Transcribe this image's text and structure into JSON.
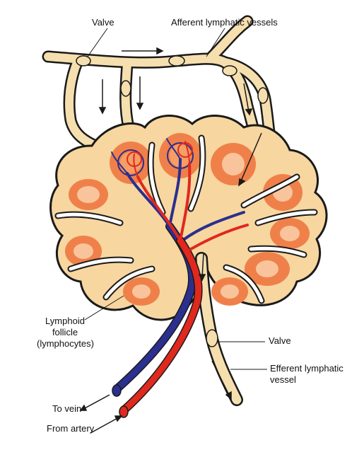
{
  "labels": {
    "valve_top": "Valve",
    "afferent": "Afferent lymphatic vessels",
    "follicle_line1": "Lymphoid",
    "follicle_line2": "follicle",
    "follicle_line3": "(lymphocytes)",
    "valve_bottom": "Valve",
    "efferent_line1": "Efferent lymphatic",
    "efferent_line2": "vessel",
    "to_vein": "To vein",
    "from_artery": "From artery"
  },
  "colors": {
    "vessel_fill": "#f6dfae",
    "vessel_outline": "#1a1a1a",
    "node_outline": "#1a1a1a",
    "cortex": "#f7d6a0",
    "follicle_outer": "#f0804a",
    "follicle_mid": "#f59e66",
    "germinal_center": "#f9c49b",
    "artery": "#e0281e",
    "vein": "#2b2f8f"
  }
}
